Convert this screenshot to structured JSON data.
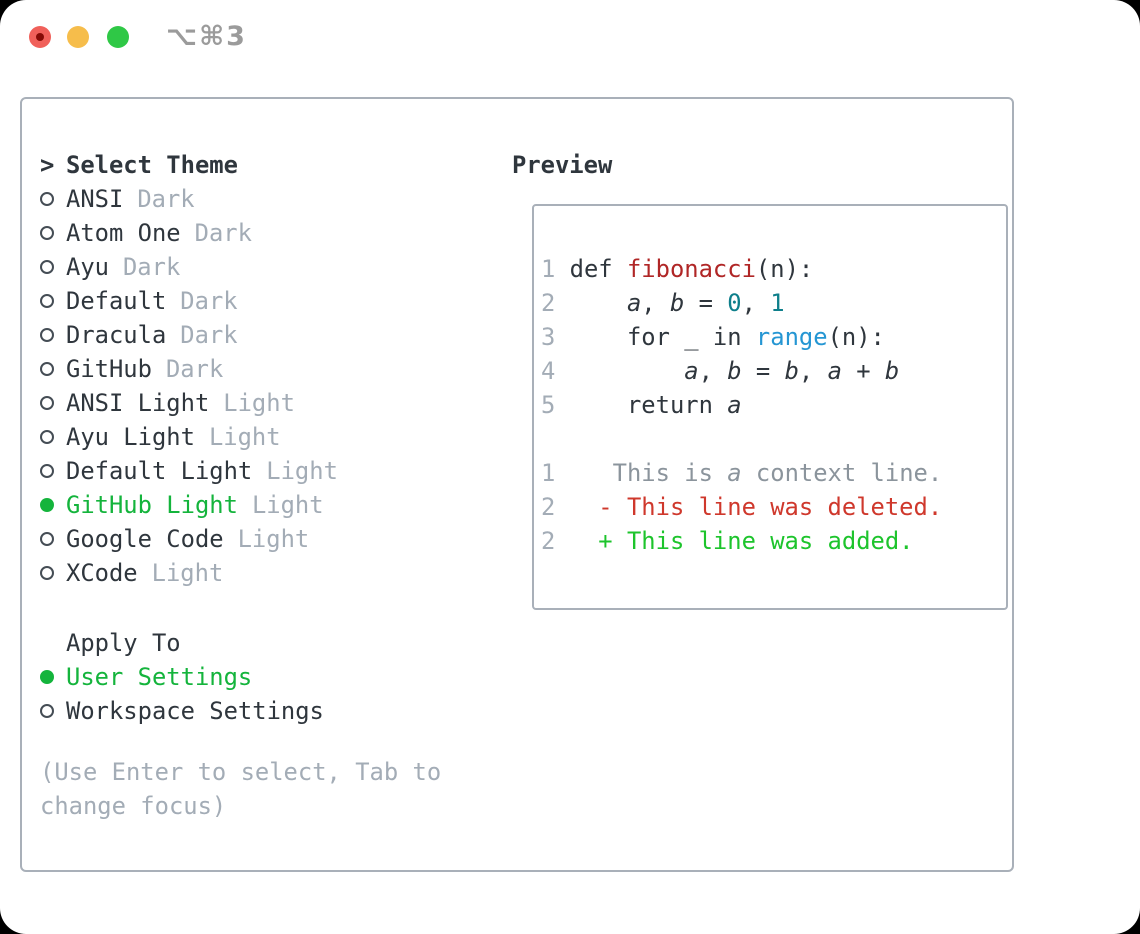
{
  "window": {
    "title": "⌥⌘3"
  },
  "theme_panel": {
    "heading_prefix": ">",
    "heading": "Select Theme",
    "items": [
      {
        "name": "ANSI",
        "variant": "Dark",
        "selected": false
      },
      {
        "name": "Atom One",
        "variant": "Dark",
        "selected": false
      },
      {
        "name": "Ayu",
        "variant": "Dark",
        "selected": false
      },
      {
        "name": "Default",
        "variant": "Dark",
        "selected": false
      },
      {
        "name": "Dracula",
        "variant": "Dark",
        "selected": false
      },
      {
        "name": "GitHub",
        "variant": "Dark",
        "selected": false
      },
      {
        "name": "ANSI Light",
        "variant": "Light",
        "selected": false
      },
      {
        "name": "Ayu Light",
        "variant": "Light",
        "selected": false
      },
      {
        "name": "Default Light",
        "variant": "Light",
        "selected": false
      },
      {
        "name": "GitHub Light",
        "variant": "Light",
        "selected": true
      },
      {
        "name": "Google Code",
        "variant": "Light",
        "selected": false
      },
      {
        "name": "XCode",
        "variant": "Light",
        "selected": false
      }
    ],
    "apply_heading": "Apply To",
    "apply_items": [
      {
        "name": "User Settings",
        "selected": true
      },
      {
        "name": "Workspace Settings",
        "selected": false
      }
    ],
    "hint_lines": [
      "(Use Enter to select, Tab to",
      "change focus)"
    ]
  },
  "preview": {
    "heading": "Preview",
    "code_lines": [
      {
        "num": "1",
        "tokens": [
          {
            "t": "def ",
            "c": "plain"
          },
          {
            "t": "fibonacci",
            "c": "func"
          },
          {
            "t": "(n):",
            "c": "plain"
          }
        ]
      },
      {
        "num": "2",
        "tokens": [
          {
            "t": "    ",
            "c": "plain"
          },
          {
            "t": "a",
            "c": "plain",
            "i": true
          },
          {
            "t": ", ",
            "c": "plain"
          },
          {
            "t": "b",
            "c": "plain",
            "i": true
          },
          {
            "t": " = ",
            "c": "plain"
          },
          {
            "t": "0",
            "c": "number"
          },
          {
            "t": ", ",
            "c": "plain"
          },
          {
            "t": "1",
            "c": "number"
          }
        ]
      },
      {
        "num": "3",
        "tokens": [
          {
            "t": "    for _ in ",
            "c": "plain"
          },
          {
            "t": "range",
            "c": "builtin"
          },
          {
            "t": "(n):",
            "c": "plain"
          }
        ]
      },
      {
        "num": "4",
        "tokens": [
          {
            "t": "        ",
            "c": "plain"
          },
          {
            "t": "a",
            "c": "plain",
            "i": true
          },
          {
            "t": ", ",
            "c": "plain"
          },
          {
            "t": "b",
            "c": "plain",
            "i": true
          },
          {
            "t": " = ",
            "c": "plain"
          },
          {
            "t": "b",
            "c": "plain",
            "i": true
          },
          {
            "t": ", ",
            "c": "plain"
          },
          {
            "t": "a",
            "c": "plain",
            "i": true
          },
          {
            "t": " + ",
            "c": "plain"
          },
          {
            "t": "b",
            "c": "plain",
            "i": true
          }
        ]
      },
      {
        "num": "5",
        "tokens": [
          {
            "t": "    return ",
            "c": "plain"
          },
          {
            "t": "a",
            "c": "plain",
            "i": true
          }
        ]
      },
      {
        "num": "",
        "tokens": []
      },
      {
        "num": "1",
        "tokens": [
          {
            "t": "   This is ",
            "c": "context"
          },
          {
            "t": "a",
            "c": "context",
            "i": true
          },
          {
            "t": " context line.",
            "c": "context"
          }
        ]
      },
      {
        "num": "2",
        "tokens": [
          {
            "t": "  - This line was deleted.",
            "c": "deleted"
          }
        ]
      },
      {
        "num": "2",
        "tokens": [
          {
            "t": "  + This line was added.",
            "c": "added"
          }
        ]
      }
    ]
  },
  "colors": {
    "selection_green": "#14b43c",
    "added_green": "#1dc42c",
    "deleted_red": "#cf382c",
    "func_red": "#b02626",
    "builtin_blue": "#2596d3",
    "number_teal": "#0e7f8b",
    "text_dark": "#2f363d",
    "muted_gray": "#a3acb6",
    "context_gray": "#8b949c",
    "border_gray": "#a9b0b9",
    "title_gray": "#9b9b9b",
    "traffic_red": "#f0605a",
    "traffic_red_dot": "#850b06",
    "traffic_yellow": "#f6bd4b",
    "traffic_green": "#2fc846"
  }
}
